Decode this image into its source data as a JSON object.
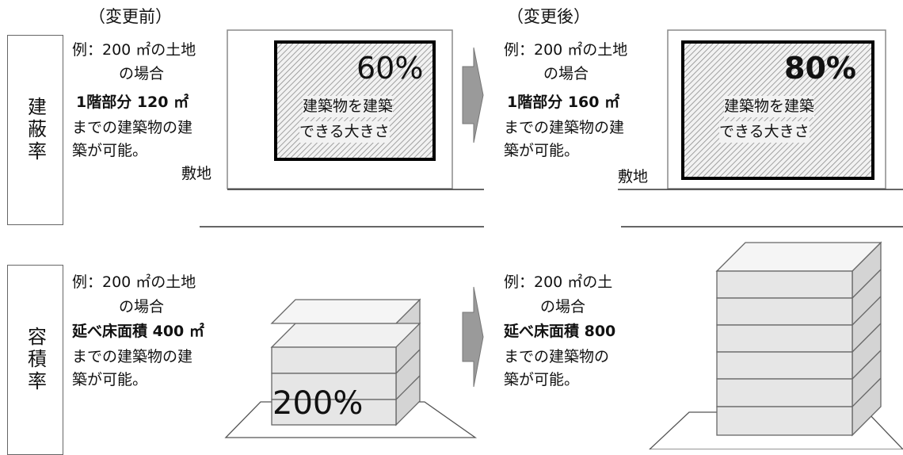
{
  "headings": {
    "before": "（変更前）",
    "after": "（変更後）"
  },
  "rows": {
    "coverage": {
      "label": "建蔽率",
      "before": {
        "line1": "例：200 ㎡の土地",
        "line2": "の場合",
        "line3": "1階部分 120 ㎡",
        "line4": "までの建築物の建",
        "line5": "築が可能。",
        "percent": "60%",
        "area_text_1": "建築物を建築",
        "area_text_2": "できる大きさ",
        "lot_label": "敷地"
      },
      "after": {
        "line1": "例：200 ㎡の土地",
        "line2": "の場合",
        "line3": "1階部分 160 ㎡",
        "line4": "までの建築物の建",
        "line5": "築が可能。",
        "percent": "80%",
        "area_text_1": "建築物を建築",
        "area_text_2": "できる大きさ",
        "lot_label": "敷地"
      }
    },
    "floor_area": {
      "label": "容積率",
      "before": {
        "line1": "例：200 ㎡の土地",
        "line2": "の場合",
        "line3": "延べ床面積 400 ㎡",
        "line4": "までの建築物の建",
        "line5": "築が可能。",
        "percent": "200%"
      },
      "after": {
        "line1": "例：200 ㎡の土",
        "line2": "の場合",
        "line3": "延べ床面積 800",
        "line4": "までの建築物の",
        "line5": "築が可能。"
      }
    }
  },
  "colors": {
    "hatch_bg": "#e8e8e8",
    "arrow": "#9a9a9a",
    "box_face": "#ececec"
  }
}
